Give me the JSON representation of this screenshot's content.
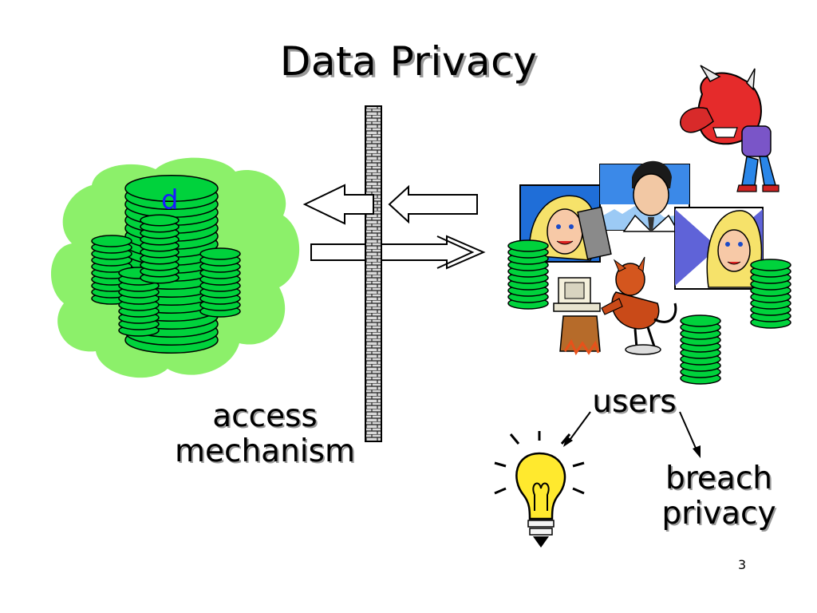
{
  "slide": {
    "title": "Data Privacy",
    "database_label": "d",
    "access_label": "access mechanism",
    "access_line1": "access",
    "access_line2": "mechanism",
    "users_label": "users",
    "breach_line1": "breach",
    "breach_line2": "privacy",
    "page_number": "3"
  },
  "colors": {
    "cloud": "#8cf06a",
    "disk": "#00d23c",
    "wall": "#cccccc",
    "label_blue": "#1a1aff"
  },
  "icons": [
    "database-stack-icon",
    "firewall-wall-icon",
    "arrow-left-icon",
    "arrow-right-icon",
    "woman-user-icon",
    "man-user-icon",
    "devil-user-icon",
    "hacker-devil-icon",
    "light-bulb-icon"
  ]
}
